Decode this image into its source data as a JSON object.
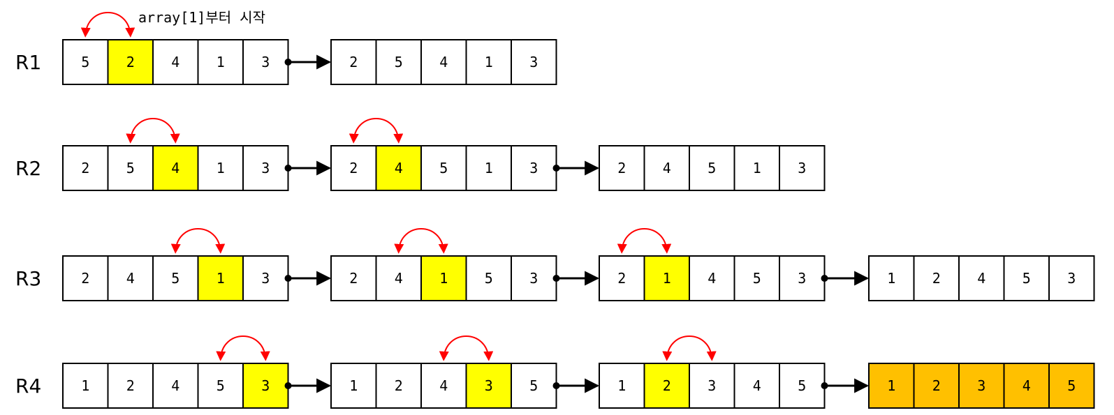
{
  "note": "array[1]부터 시작",
  "colors": {
    "highlight": "#ffff00",
    "sorted": "#ffc000",
    "arc": "#ff0000",
    "border": "#000000"
  },
  "rows": [
    {
      "label": "R1",
      "steps": [
        {
          "values": [
            "5",
            "2",
            "4",
            "1",
            "3"
          ],
          "highlight": 1,
          "arc_from": 0,
          "arc_to": 1
        },
        {
          "values": [
            "2",
            "5",
            "4",
            "1",
            "3"
          ]
        }
      ]
    },
    {
      "label": "R2",
      "steps": [
        {
          "values": [
            "2",
            "5",
            "4",
            "1",
            "3"
          ],
          "highlight": 2,
          "arc_from": 1,
          "arc_to": 2
        },
        {
          "values": [
            "2",
            "4",
            "5",
            "1",
            "3"
          ],
          "highlight": 1,
          "arc_from": 0,
          "arc_to": 1
        },
        {
          "values": [
            "2",
            "4",
            "5",
            "1",
            "3"
          ]
        }
      ]
    },
    {
      "label": "R3",
      "steps": [
        {
          "values": [
            "2",
            "4",
            "5",
            "1",
            "3"
          ],
          "highlight": 3,
          "arc_from": 2,
          "arc_to": 3
        },
        {
          "values": [
            "2",
            "4",
            "1",
            "5",
            "3"
          ],
          "highlight": 2,
          "arc_from": 1,
          "arc_to": 2
        },
        {
          "values": [
            "2",
            "1",
            "4",
            "5",
            "3"
          ],
          "highlight": 1,
          "arc_from": 0,
          "arc_to": 1
        },
        {
          "values": [
            "1",
            "2",
            "4",
            "5",
            "3"
          ]
        }
      ]
    },
    {
      "label": "R4",
      "steps": [
        {
          "values": [
            "1",
            "2",
            "4",
            "5",
            "3"
          ],
          "highlight": 4,
          "arc_from": 3,
          "arc_to": 4
        },
        {
          "values": [
            "1",
            "2",
            "4",
            "3",
            "5"
          ],
          "highlight": 3,
          "arc_from": 2,
          "arc_to": 3
        },
        {
          "values": [
            "1",
            "2",
            "3",
            "4",
            "5"
          ],
          "highlight": 1,
          "arc_from": 1,
          "arc_to": 2
        },
        {
          "values": [
            "1",
            "2",
            "3",
            "4",
            "5"
          ],
          "sorted": true
        }
      ]
    }
  ]
}
